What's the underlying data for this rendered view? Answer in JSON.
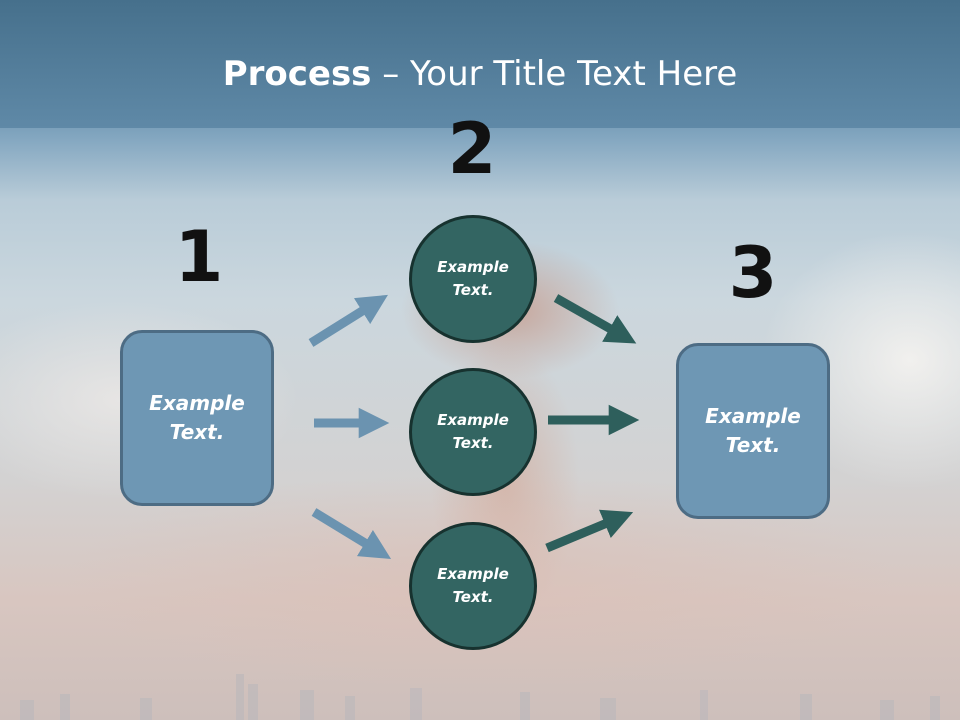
{
  "slide": {
    "title_bold": "Process",
    "title_rest": " – Your Title Text Here"
  },
  "steps": {
    "step1_number": "1",
    "step2_number": "2",
    "step3_number": "3"
  },
  "nodes": {
    "left_box": "Example\nText.",
    "right_box": "Example\nText.",
    "circle_top": "Example\nText.",
    "circle_middle": "Example\nText.",
    "circle_bottom": "Example\nText."
  },
  "colors": {
    "box_fill": "#6e97b4",
    "circle_fill": "#336562",
    "arrow_in": "#6b93b0",
    "arrow_out": "#2e5f5c"
  }
}
